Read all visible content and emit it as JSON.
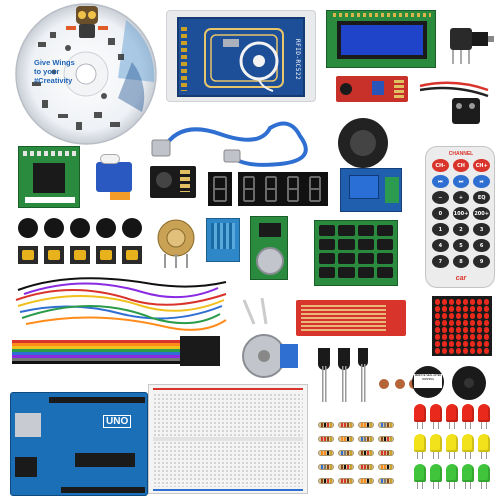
{
  "cd": {
    "slogan_line1": "Give Wings",
    "slogan_line2": "to your",
    "slogan_line3": "#Creativity"
  },
  "rfid": {
    "label": "RFID-RC522"
  },
  "remote": {
    "header": "CHANNEL",
    "keys": [
      "CH-",
      "CH",
      "CH+",
      "⏮",
      "⏭",
      "⏯",
      "−",
      "+",
      "EQ",
      "0",
      "100+",
      "200+",
      "1",
      "2",
      "3",
      "4",
      "5",
      "6",
      "7",
      "8",
      "9"
    ],
    "brand": "car"
  },
  "uno_board": {
    "label": "UNO"
  },
  "buzzer": {
    "label": "REMOVE SEAL AFTER WASHING"
  },
  "colors": {
    "pcb_blue": "#1f5fae",
    "pcb_green": "#1f8a4a",
    "pcb_red": "#d9342b",
    "led_red": "#e8291c",
    "led_yellow": "#f2e21b",
    "led_green": "#3fc43b",
    "lcd_screen": "#1f43c9",
    "usb_cable": "#2f6fd1"
  }
}
